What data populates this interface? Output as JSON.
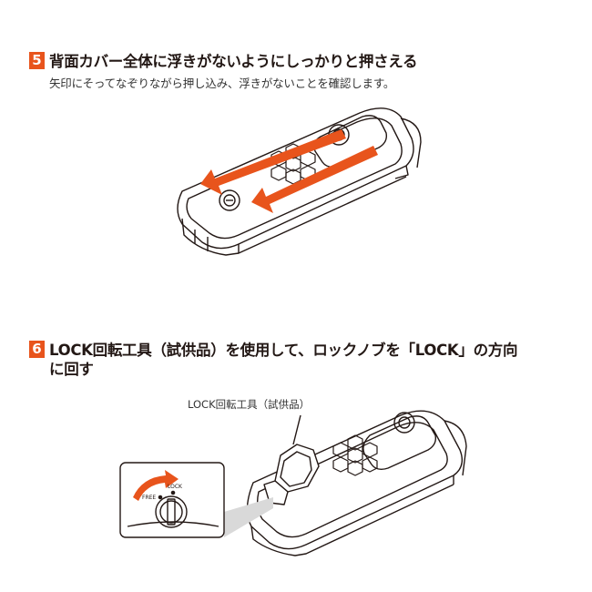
{
  "step5": {
    "number": "5",
    "title": "背面カバー全体に浮きがないようにしっかりと押さえる",
    "subtitle": "矢印にそってなぞりながら押し込み、浮きがないことを確認します。"
  },
  "step6": {
    "number": "6",
    "title_line1": "LOCK回転工具（試供品）を使用して、ロックノブを「LOCK」の方向",
    "title_line2": "に回す",
    "callout": "LOCK回転工具（試供品）",
    "dial_free": "FREE",
    "dial_lock": "LOCK"
  },
  "colors": {
    "accent": "#e8541c",
    "line": "#231815"
  }
}
